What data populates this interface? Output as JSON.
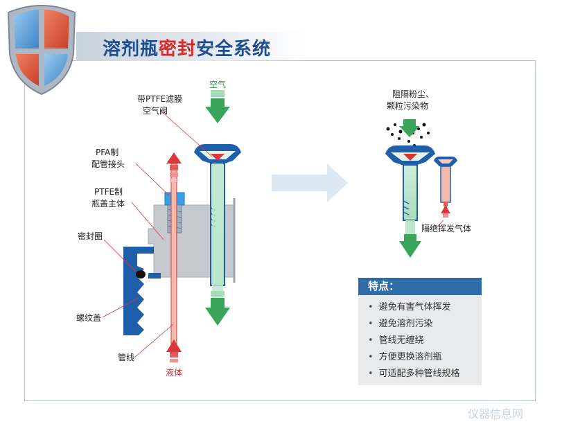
{
  "title": {
    "part1": "溶剂瓶",
    "part2": "密封",
    "part3": "安全系统"
  },
  "labels": {
    "air_top": "空气",
    "filter_valve": [
      "带PTFE滤膜",
      "空气阀"
    ],
    "pfa_fitting": [
      "PFA制",
      "配管接头"
    ],
    "ptfe_cap": [
      "PTFE制",
      "瓶盖主体"
    ],
    "seal_ring": "密封圈",
    "thread_cap": "螺纹盖",
    "tube": "管线",
    "liquid": "液体",
    "block_dust": [
      "阻隔粉尘、",
      "颗粒污染物"
    ],
    "isolate_vapor": "隔绝挥发气体"
  },
  "features": {
    "title": "特点：",
    "items": [
      "避免有害气体挥发",
      "避免溶剂污染",
      "管线无缠绕",
      "方便更换溶剂瓶",
      "可适配多种管线规格"
    ]
  },
  "watermark": "仪器信息网",
  "colors": {
    "green": "#3aa55a",
    "red": "#d9373a",
    "blue": "#1f5ea8",
    "title_blue": "#1f4e8f",
    "title_red": "#d72a2a"
  }
}
